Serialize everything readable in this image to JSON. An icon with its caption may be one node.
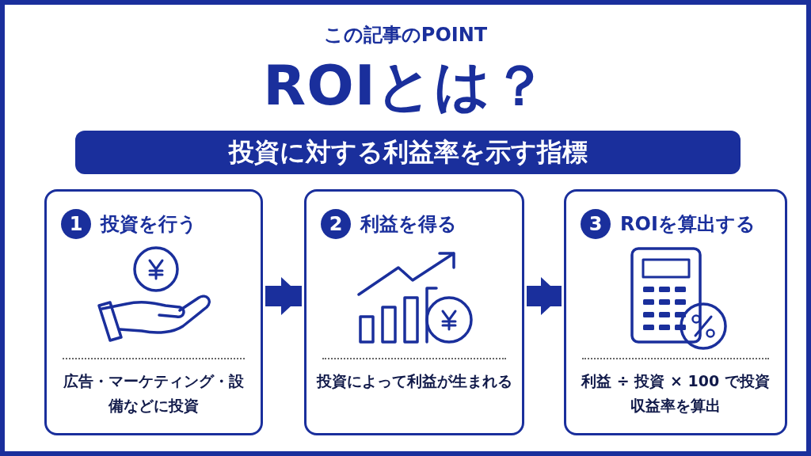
{
  "diagram": {
    "title": "ROIとは？",
    "nodes": [
      {
        "text": [
          "投資に対する利益率を示す指標"
        ]
      },
      {
        "text": [
          "1",
          "投資を行う",
          "広告・マーケティング・設備などに投資"
        ]
      },
      {
        "text": [
          "2",
          "利益を得る",
          "投資によって利益が生まれる"
        ]
      },
      {
        "text": [
          "3",
          "ROIを算出する",
          "利益 ÷ 投資 × 100 で投資収益率を算出"
        ]
      }
    ],
    "edges": [
      {
        "from": 1,
        "to": 2,
        "arrow": "to"
      },
      {
        "from": 2,
        "to": 3,
        "arrow": "to"
      }
    ],
    "labels": [
      "この記事のPOINT"
    ]
  }
}
